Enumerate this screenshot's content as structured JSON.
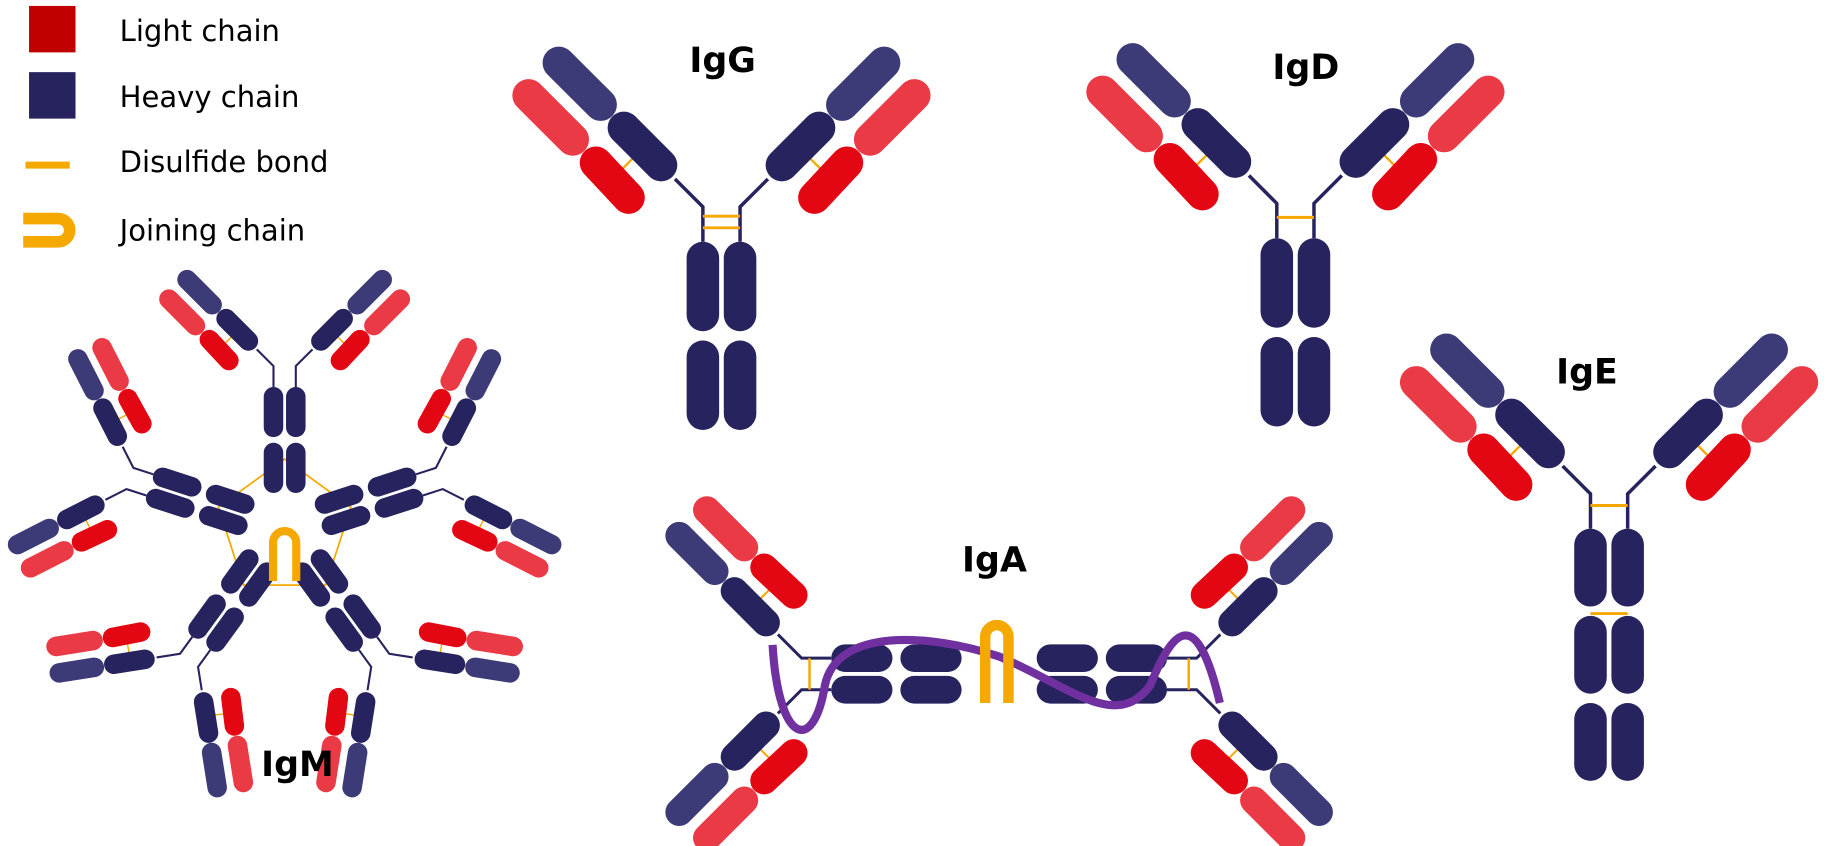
{
  "legend": {
    "light_chain": "Light chain",
    "heavy_chain": "Heavy chain",
    "disulfide_bond": "Disulfide bond",
    "joining_chain": "Joining chain"
  },
  "labels": {
    "igg": "IgG",
    "igd": "IgD",
    "ige": "IgE",
    "iga": "IgA",
    "igm": "IgM"
  },
  "colors": {
    "light_chain": "#e30613",
    "light_chain_legend": "#c00000",
    "heavy_chain": "#27235e",
    "disulfide_bond": "#f5a800",
    "joining_chain": "#f5a800",
    "secretory_component": "#7030a0"
  }
}
